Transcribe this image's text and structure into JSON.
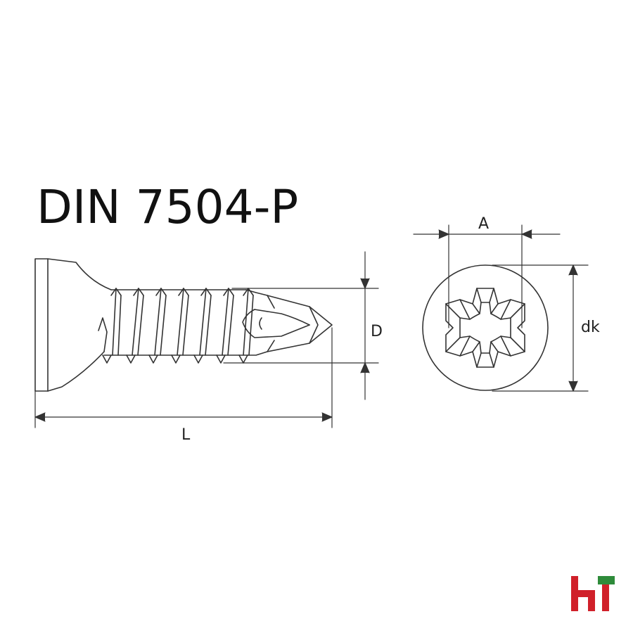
{
  "title": "DIN 7504-P",
  "labels": {
    "length": "L",
    "diameter": "D",
    "cross_width": "A",
    "head_diameter": "dk"
  },
  "colors": {
    "line": "#333333",
    "logo_red": "#d0202a",
    "logo_green": "#2e8b3a"
  },
  "logo": {
    "name": "brand-logo"
  }
}
